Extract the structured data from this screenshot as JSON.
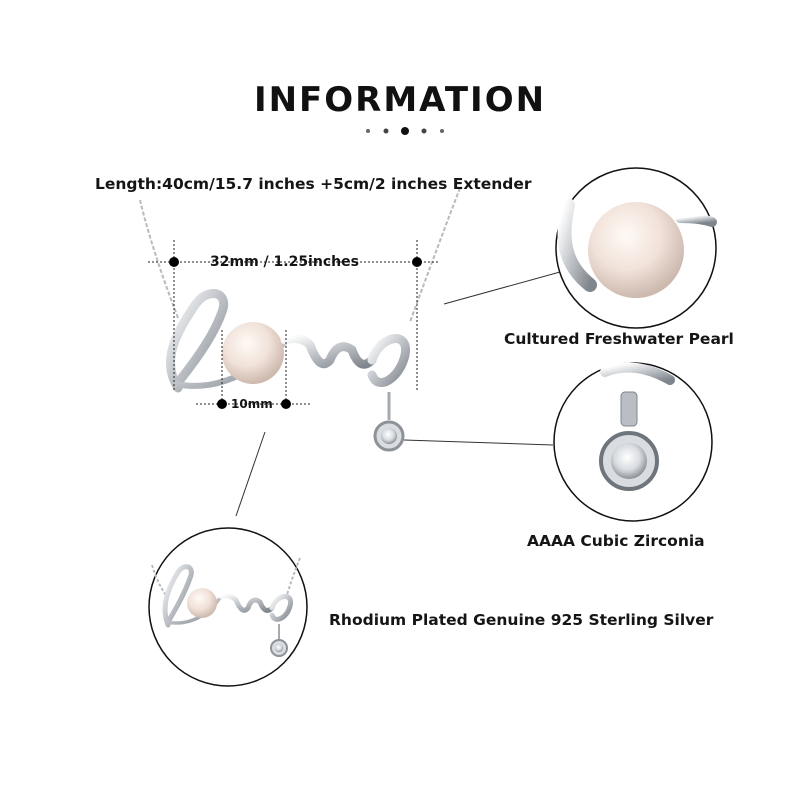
{
  "title": "INFORMATION",
  "length_text": "Length:40cm/15.7 inches +5cm/2 inches Extender",
  "width_text": "32mm / 1.25inches",
  "pearl_size_text": "10mm",
  "features": {
    "pearl": "Cultured Freshwater Pearl",
    "zirconia": "AAAA Cubic Zirconia",
    "silver": "Rhodium Plated Genuine 925 Sterling Silver"
  },
  "colors": {
    "silver": "#c9ccd1",
    "pearl": "#f3e6df",
    "text": "#151515"
  }
}
